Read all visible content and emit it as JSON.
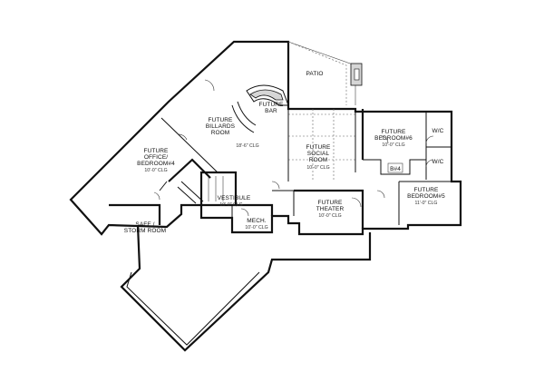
{
  "rooms": {
    "patio": {
      "name": "PATIO"
    },
    "future_bar": {
      "name": [
        "FUTURE",
        "BAR"
      ]
    },
    "billiards": {
      "name": [
        "FUTURE",
        "BILLARDS",
        "ROOM"
      ],
      "dim": "18'-6\" CLG"
    },
    "social_room": {
      "name": [
        "FUTURE",
        "SOCIAL",
        "ROOM"
      ],
      "dim": "10'-0\" CLG"
    },
    "bedroom6": {
      "name": [
        "FUTURE",
        "BEDROOM#6"
      ],
      "dim": "10'-0\" CLG"
    },
    "wic_upper": {
      "name": "W/C"
    },
    "wic_lower": {
      "name": "W/C"
    },
    "bath4": {
      "name": "B#4"
    },
    "bedroom5": {
      "name": [
        "FUTURE",
        "BEDROOM#5"
      ],
      "dim": "11'-0\" CLG"
    },
    "office": {
      "name": [
        "FUTURE",
        "OFFICE/",
        "BEDROOM#4"
      ],
      "dim": "10'-0\" CLG"
    },
    "vestibule": {
      "name": "VESTIBULE",
      "dim": "10'-0\" CLG"
    },
    "theater": {
      "name": [
        "FUTURE",
        "THEATER"
      ],
      "dim": "10'-0\" CLG"
    },
    "mech": {
      "name": "MECH.",
      "dim": "10'-0\" CLG"
    },
    "safe_room": {
      "name": [
        "SAFE /",
        "STORM ROOM"
      ]
    }
  }
}
